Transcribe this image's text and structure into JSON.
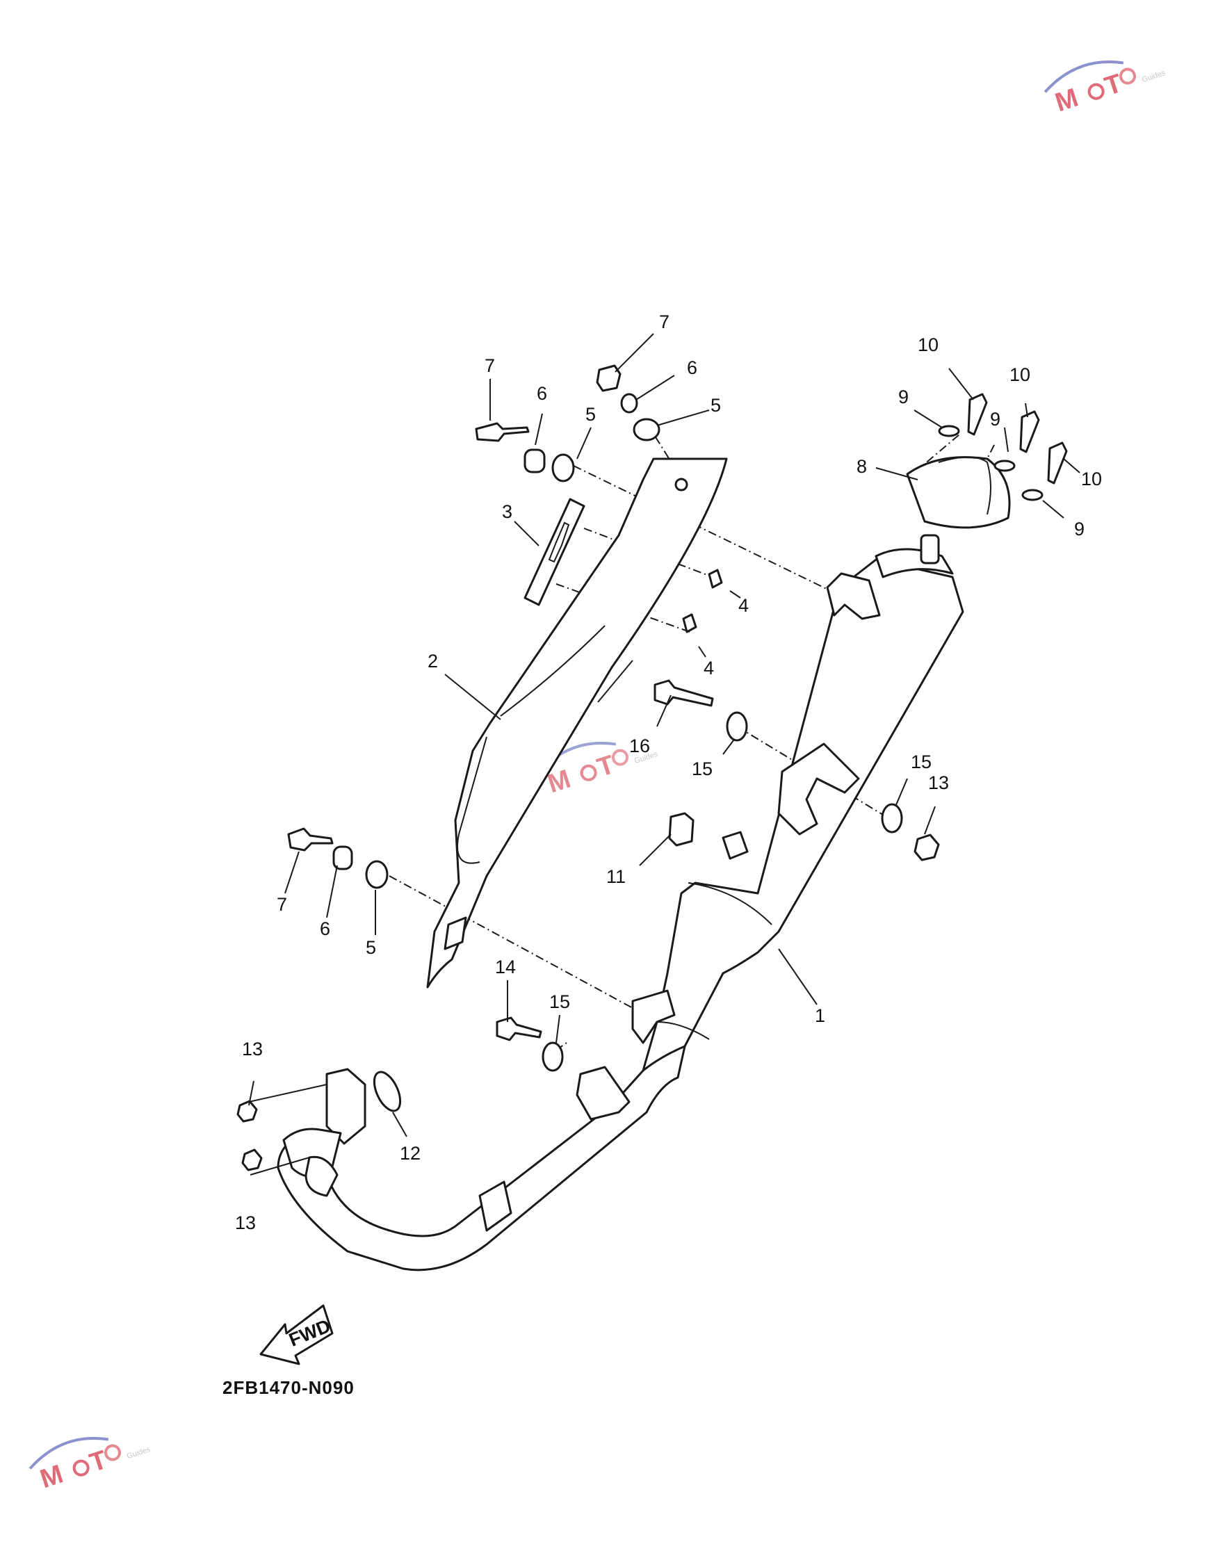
{
  "diagram_code": "2FB1470-N090",
  "fwd_arrow_label": "FWD",
  "watermark": {
    "text": "MOTO",
    "subtext": "Guides",
    "accent": "#d33a4a",
    "arc_color": "#5a63b8"
  },
  "callouts": [
    "1",
    "2",
    "3",
    "4",
    "4",
    "5",
    "5",
    "5",
    "6",
    "6",
    "6",
    "7",
    "7",
    "7",
    "8",
    "9",
    "9",
    "9",
    "10",
    "10",
    "10",
    "11",
    "12",
    "13",
    "13",
    "13",
    "14",
    "15",
    "15",
    "15",
    "16"
  ]
}
